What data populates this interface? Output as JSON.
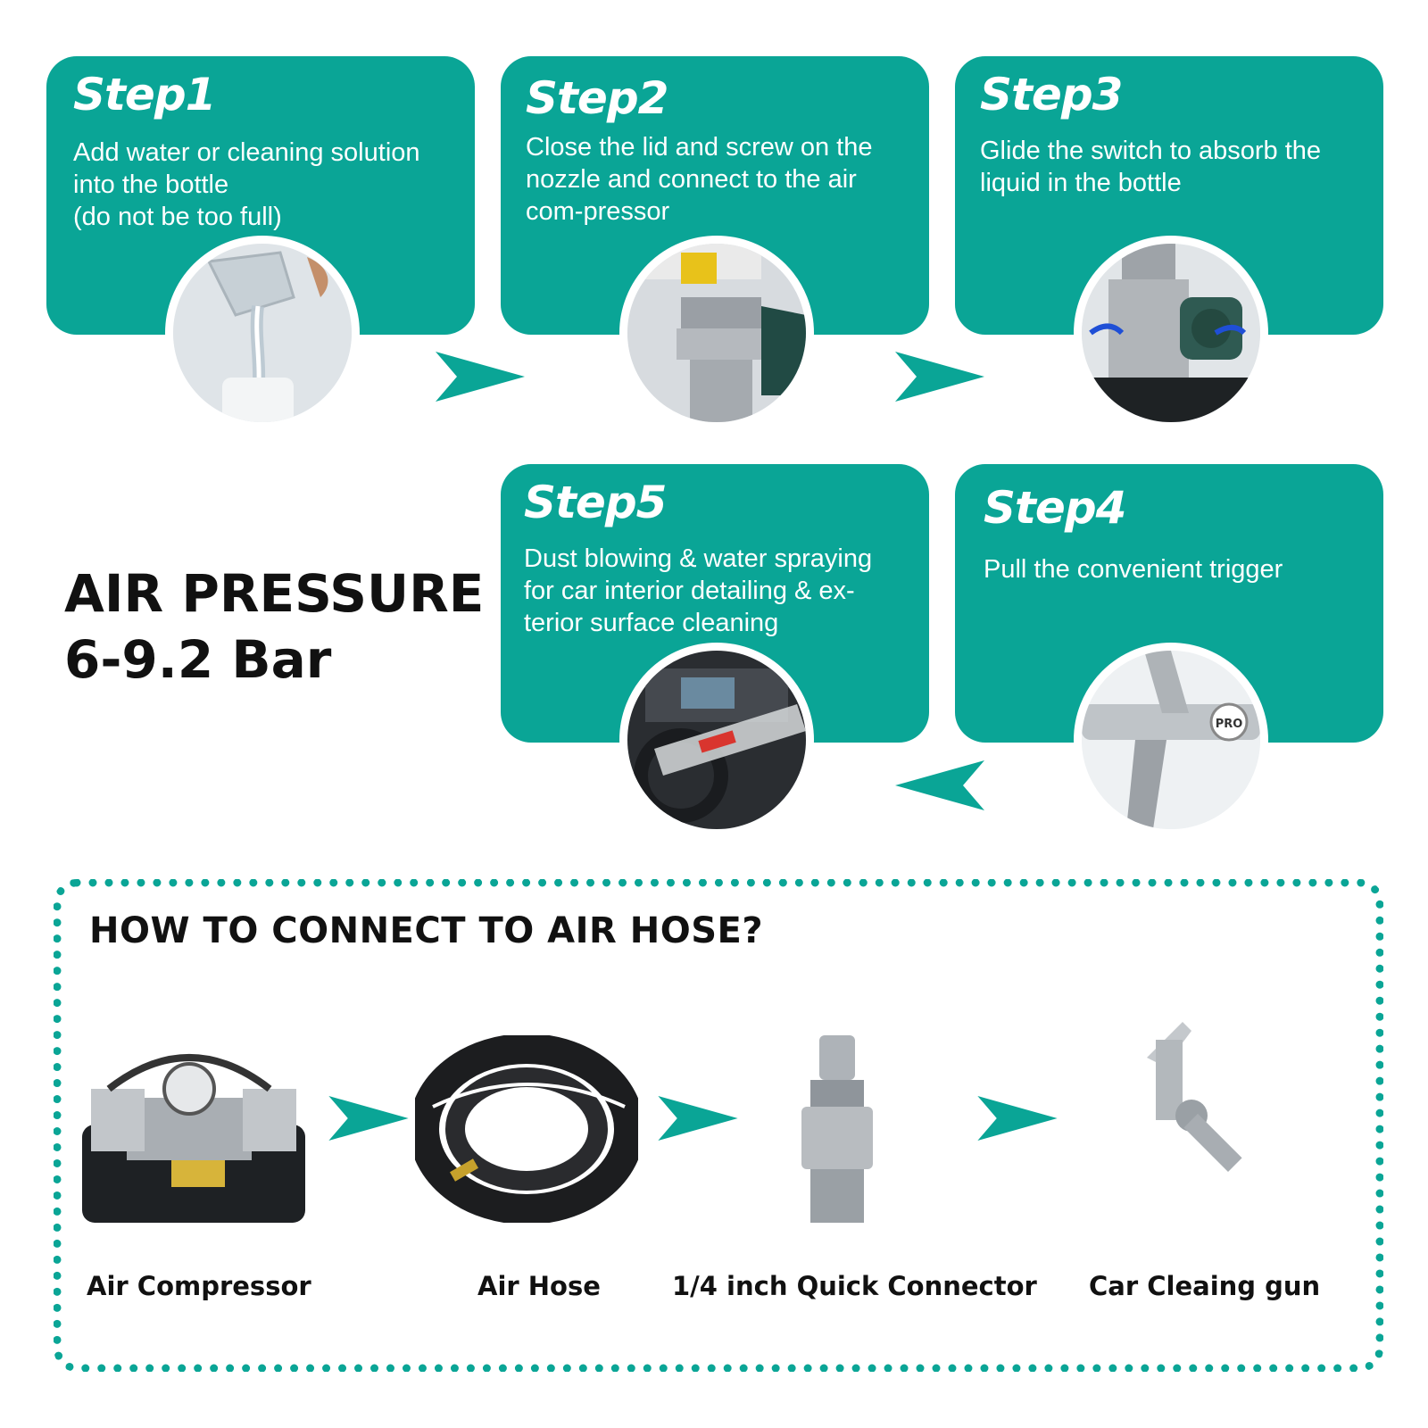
{
  "colors": {
    "teal": "#0aa596",
    "text": "#111111",
    "white": "#ffffff"
  },
  "steps": [
    {
      "title": "Step1",
      "desc": "Add water or cleaning solution\ninto the bottle\n(do not be too full)",
      "photo_icon": "pouring-water-icon"
    },
    {
      "title": "Step2",
      "desc": "Close the lid and screw on the\nnozzle and connect to the air\ncom-pressor",
      "photo_icon": "nozzle-connector-icon"
    },
    {
      "title": "Step3",
      "desc": "Glide the switch to absorb the\nliquid in the bottle",
      "photo_icon": "valve-switch-icon"
    },
    {
      "title": "Step4",
      "desc": "Pull the convenient trigger",
      "photo_icon": "trigger-icon"
    },
    {
      "title": "Step5",
      "desc": "Dust blowing & water spraying\nfor car interior detailing & ex-\nterior surface cleaning",
      "photo_icon": "car-interior-icon"
    }
  ],
  "pressure": {
    "line1": "AIR PRESSURE",
    "line2": "6-9.2 Bar"
  },
  "connect": {
    "title": "HOW TO CONNECT TO AIR HOSE?",
    "items": [
      {
        "label": "Air Compressor",
        "icon": "air-compressor-icon"
      },
      {
        "label": "Air Hose",
        "icon": "air-hose-icon"
      },
      {
        "label": "1/4 inch Quick Connector",
        "icon": "quick-connector-icon"
      },
      {
        "label": "Car Cleaing gun",
        "icon": "cleaning-gun-icon"
      }
    ]
  },
  "trigger_badge": "PRO"
}
